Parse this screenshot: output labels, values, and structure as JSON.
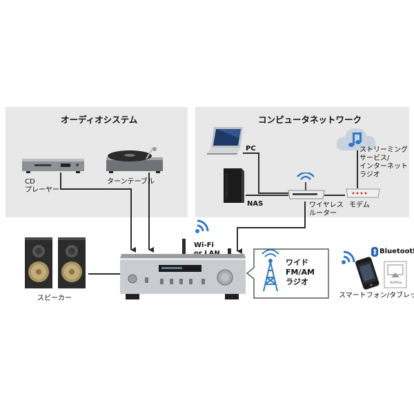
{
  "colors": {
    "panel_bg": "#e8e8e8",
    "wire": "#2a2a2a",
    "accent_blue": "#2f78c4"
  },
  "audio_system": {
    "title": "オーディオシステム",
    "cd_player_label": "CD\nプレーヤー",
    "turntable_label": "ターンテーブル"
  },
  "computer_network": {
    "title": "コンピュータネットワーク",
    "pc_label": "PC",
    "nas_label": "NAS",
    "router_label": "ワイヤレス\nルーター",
    "modem_label": "モデム",
    "streaming_label": "ストリーミング\nサービス/\nインターネット\nラジオ"
  },
  "receiver": {
    "wifi_label": "Wi-Fi\nor LAN"
  },
  "speakers": {
    "label": "スピーカー"
  },
  "radio": {
    "label": "ワイド\nFM/AM\nラジオ"
  },
  "smartphone": {
    "label": "スマートフォン/タブレット",
    "bluetooth_label": "Bluetooth",
    "airplay_label": "AirPlay"
  },
  "icons": [
    "wifi-icon",
    "cloud-icon",
    "music-note-icon",
    "radio-tower-icon",
    "bluetooth-icon",
    "airplay-icon"
  ]
}
